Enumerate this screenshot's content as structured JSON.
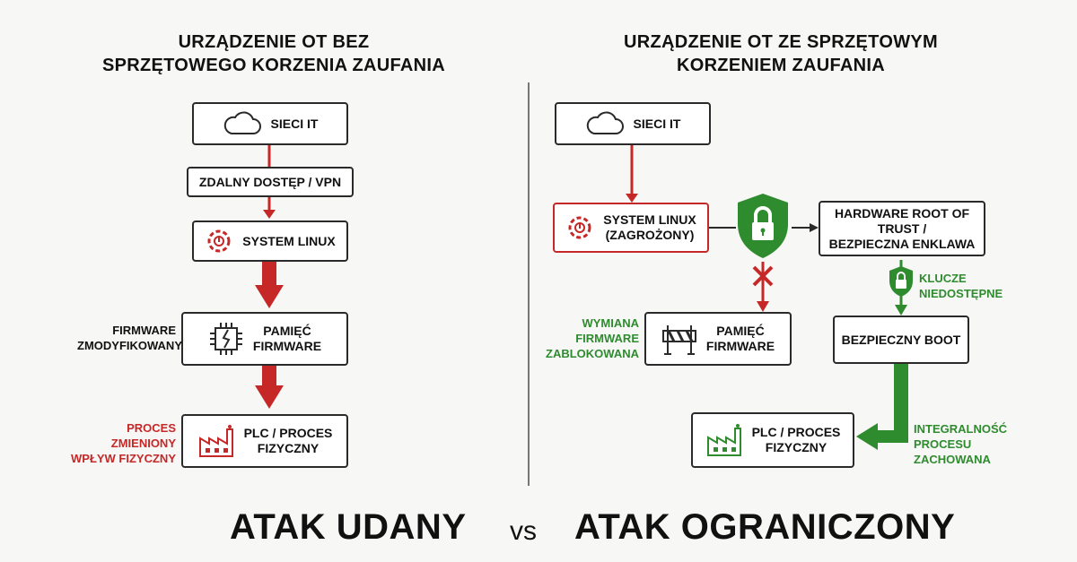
{
  "left": {
    "title": "URZĄDZENIE OT BEZ\nSPRZĘTOWEGO KORZENIA ZAUFANIA",
    "it_network": "SIECI IT",
    "remote_access": "ZDALNY DOSTĘP / VPN",
    "linux": "SYSTEM LINUX",
    "firmware": "PAMIĘĆ\nFIRMWARE",
    "firmware_note": "FIRMWARE\nZMODYFIKOWANY",
    "plc": "PLC / PROCES\nFIZYCZNY",
    "plc_note": "PROCES\nZMIENIONY\nWPŁYW FIZYCZNY"
  },
  "right": {
    "title": "URZĄDZENIE OT ZE SPRZĘTOWYM\nKORZENIEM ZAUFANIA",
    "it_network": "SIECI IT",
    "linux": "SYSTEM LINUX\n(ZAGROŻONY)",
    "hw_root": "HARDWARE ROOT OF\nTRUST /\nBEZPIECZNA ENKLAWA",
    "keys_note": "KLUCZE\nNIEDOSTĘPNE",
    "secure_boot": "BEZPIECZNY BOOT",
    "firmware": "PAMIĘĆ\nFIRMWARE",
    "firmware_note": "WYMIANA\nFIRMWARE\nZABLOKOWANA",
    "plc": "PLC / PROCES\nFIZYCZNY",
    "integrity_note": "INTEGRALNOŚĆ\nPROCESU\nZACHOWANA"
  },
  "footer": {
    "left": "ATAK UDANY",
    "vs": "vs",
    "right": "ATAK OGRANICZONY"
  },
  "colors": {
    "red": "#c62828",
    "green": "#2e8b2e",
    "dark": "#2a2a2a"
  }
}
